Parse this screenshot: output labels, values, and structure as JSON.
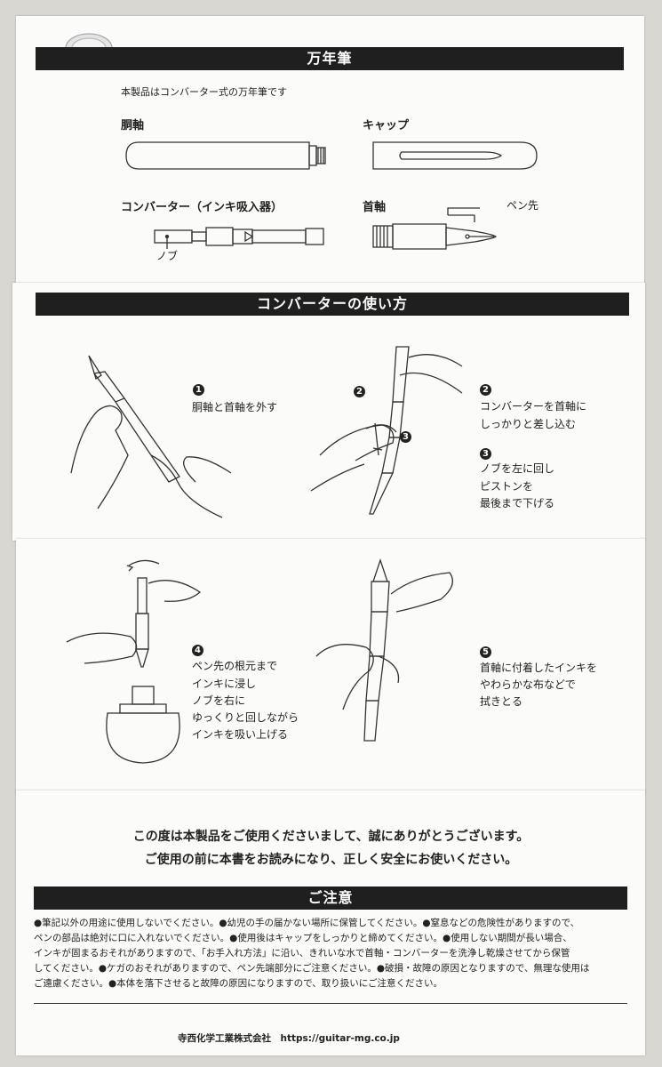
{
  "title": "万年筆",
  "intro": "本製品はコンバーター式の万年筆です",
  "parts": {
    "barrel": "胴軸",
    "cap": "キャップ",
    "converter": "コンバーター（インキ吸入器）",
    "knob": "ノブ",
    "section": "首軸",
    "nib": "ペン先"
  },
  "usage_title": "コンバーターの使い方",
  "steps": {
    "s1_num": "1",
    "s1": "胴軸と首軸を外す",
    "s2_num": "2",
    "s2_l1": "コンバーターを首軸に",
    "s2_l2": "しっかりと差し込む",
    "s3_num": "3",
    "s3_l1": "ノブを左に回し",
    "s3_l2": "ピストンを",
    "s3_l3": "最後まで下げる",
    "s4_num": "4",
    "s4_l1": "ペン先の根元まで",
    "s4_l2": "インキに浸し",
    "s4_l3": "ノブを右に",
    "s4_l4": "ゆっくりと回しながら",
    "s4_l5": "インキを吸い上げる",
    "s5_num": "5",
    "s5_l1": "首軸に付着したインキを",
    "s5_l2": "やわらかな布などで",
    "s5_l3": "拭きとる"
  },
  "thanks_l1": "この度は本製品をご使用くださいまして、誠にありがとうございます。",
  "thanks_l2": "ご使用の前に本書をお読みになり、正しく安全にお使いください。",
  "notice_title": "ご注意",
  "notice_l1": "●筆記以外の用途に使用しないでください。●幼児の手の届かない場所に保管してください。●窒息などの危険性がありますので、",
  "notice_l2": "ペンの部品は絶対に口に入れないでください。●使用後はキャップをしっかりと締めてください。●使用しない期間が長い場合、",
  "notice_l3": "インキが固まるおそれがありますので、「お手入れ方法」に沿い、きれいな水で首軸・コンバーターを洗浄し乾燥させてから保管",
  "notice_l4": "してください。●ケガのおそれがありますので、ペン先端部分にご注意ください。●破損・故障の原因となりますので、無理な使用は",
  "notice_l5": "ご遠慮ください。●本体を落下させると故障の原因になりますので、取り扱いにご注意ください。",
  "footer": "寺西化学工業株式会社　https://guitar-mg.co.jp"
}
